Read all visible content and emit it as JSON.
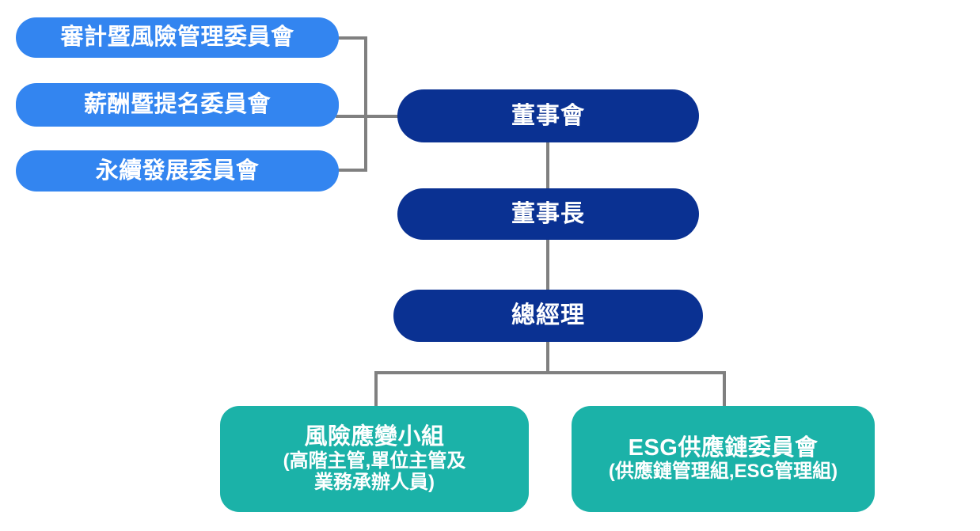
{
  "diagram": {
    "type": "organization-chart",
    "title_text": "",
    "colors": {
      "committee_blue": "#3385F0",
      "executive_blue": "#0A3192",
      "team_teal": "#1BB2A8",
      "connector_gray": "#808080",
      "text_white": "#FFFFFF",
      "background": "#FFFFFF"
    }
  },
  "committees": [
    {
      "label": "審計暨風險管理委員會"
    },
    {
      "label": "薪酬暨提名委員會"
    },
    {
      "label": "永續發展委員會"
    }
  ],
  "executives": [
    {
      "label": "董事會"
    },
    {
      "label": "董事長"
    },
    {
      "label": "總經理"
    }
  ],
  "teams": [
    {
      "title": "風險應變小組",
      "subtitle_line1": "(高階主管,單位主管及",
      "subtitle_line2": "業務承辦人員)"
    },
    {
      "title": "ESG供應鏈委員會",
      "subtitle_line1": "(供應鏈管理組,ESG管理組)",
      "subtitle_line2": ""
    }
  ]
}
